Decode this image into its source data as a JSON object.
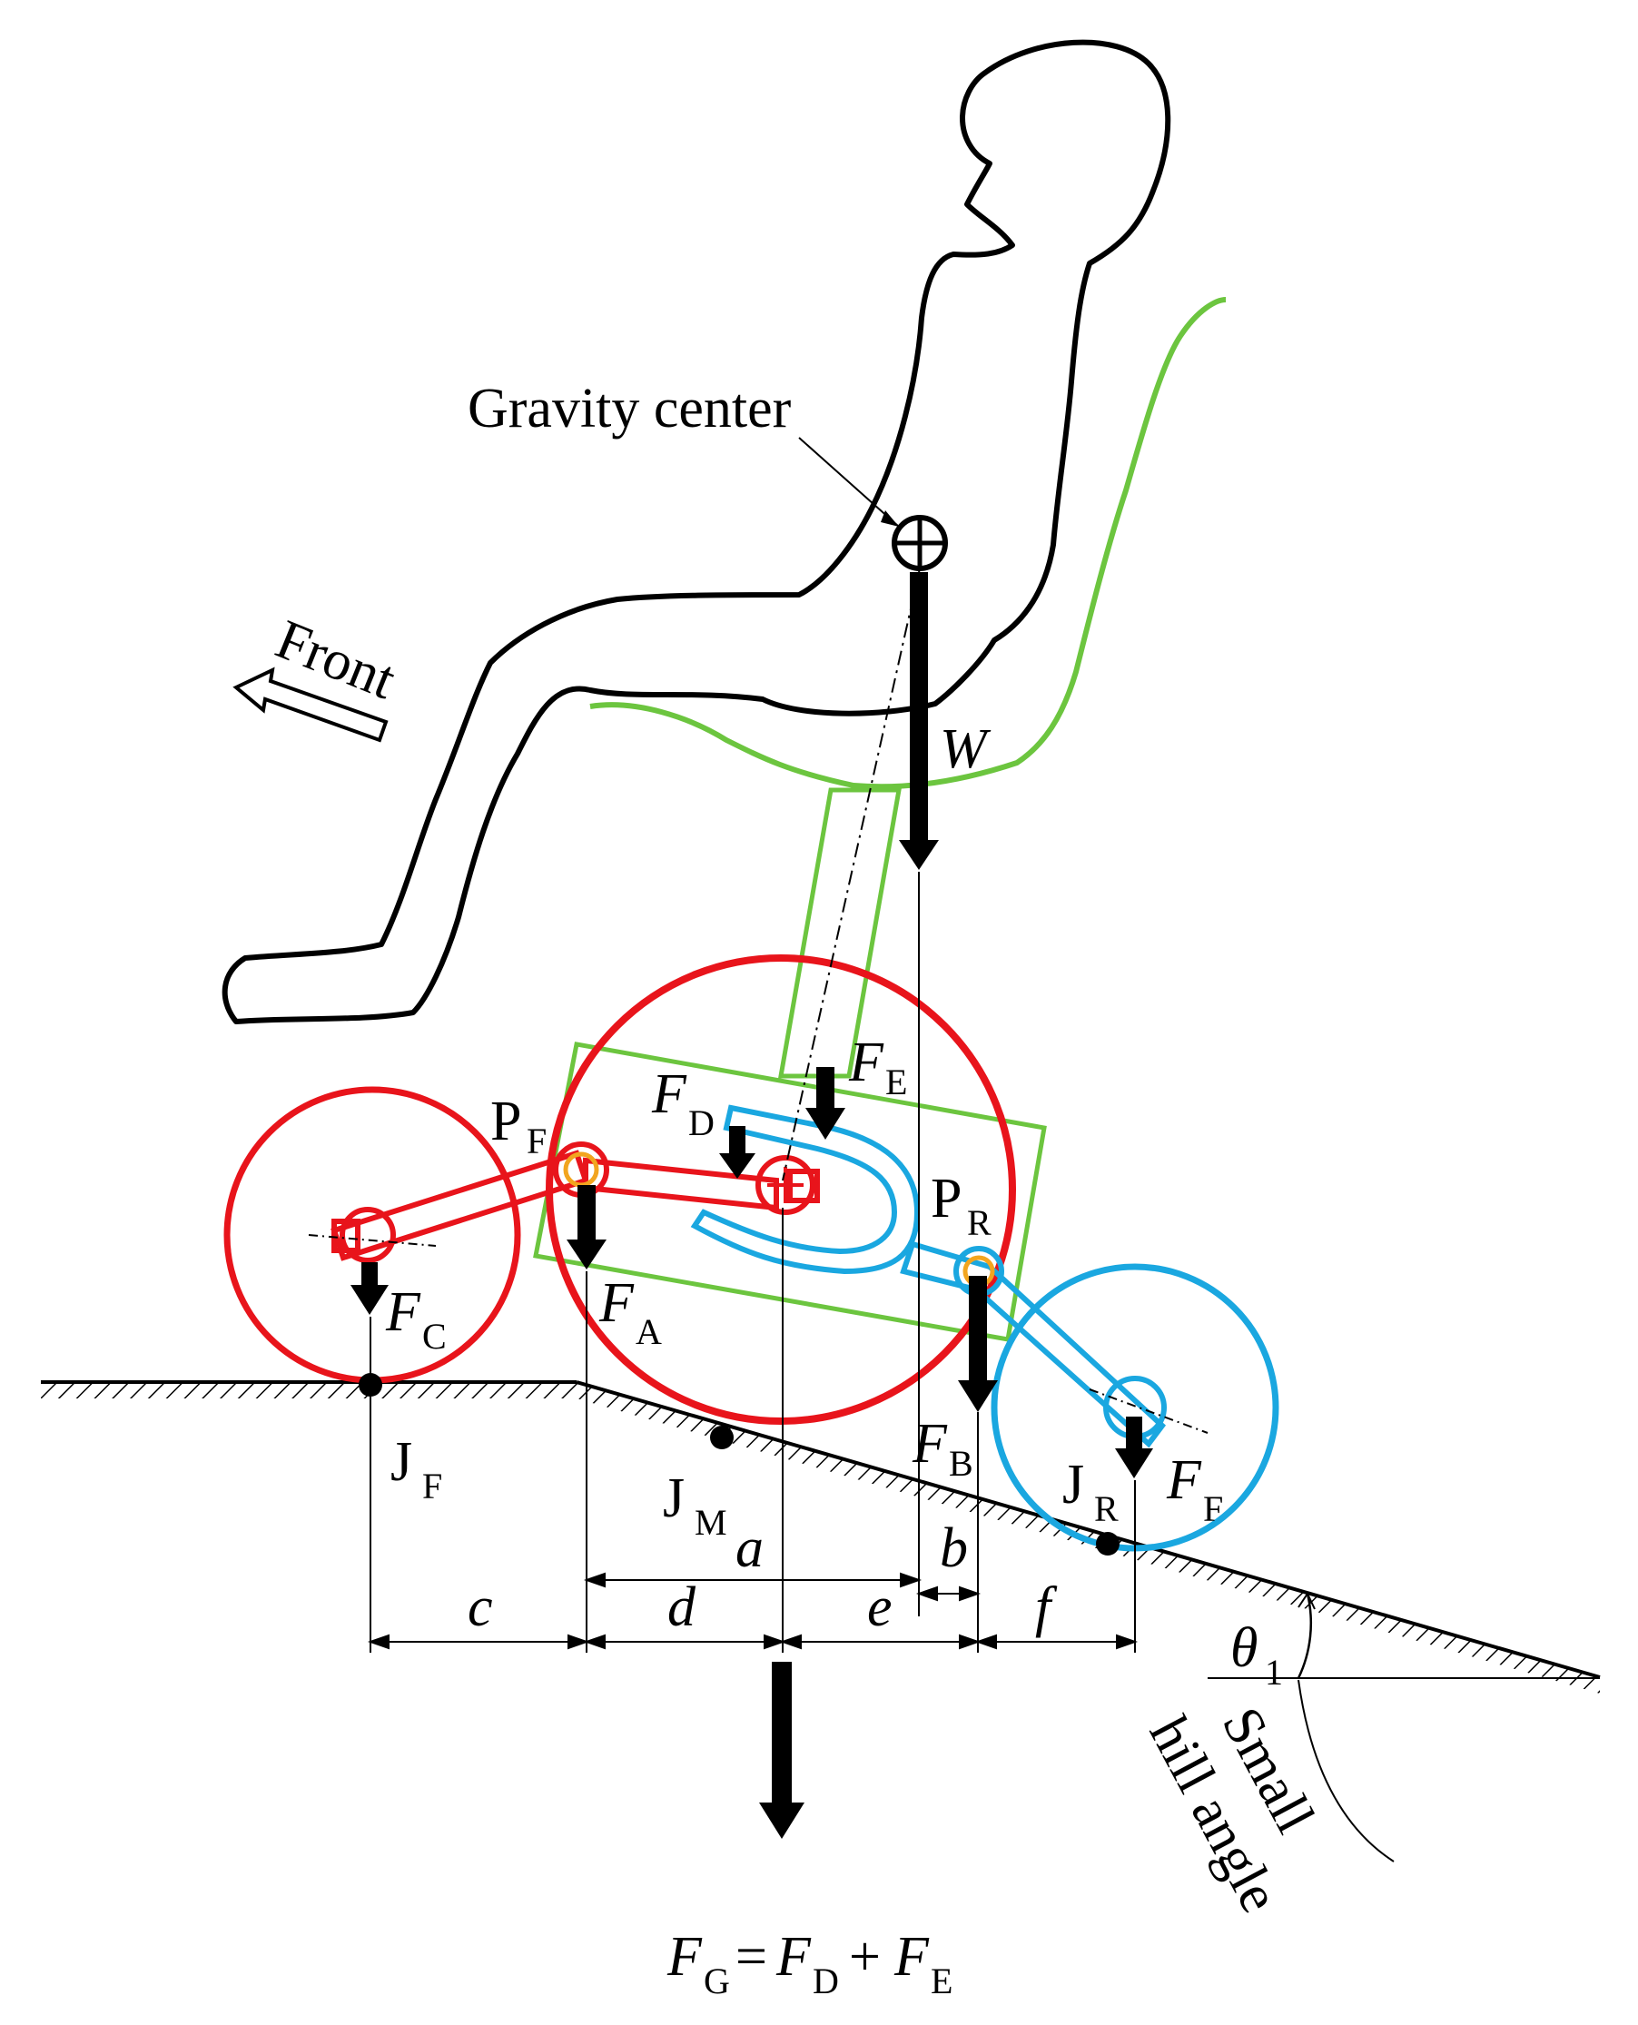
{
  "labels": {
    "gravity_center": "Gravity center",
    "front": "Front",
    "weight": "W",
    "force_e": {
      "main": "F",
      "sub": "E"
    },
    "force_d": {
      "main": "F",
      "sub": "D"
    },
    "force_a": {
      "main": "F",
      "sub": "A"
    },
    "force_b": {
      "main": "F",
      "sub": "B"
    },
    "force_c": {
      "main": "F",
      "sub": "C"
    },
    "force_f": {
      "main": "F",
      "sub": "F"
    },
    "pivot_front": {
      "main": "P",
      "sub": "F"
    },
    "pivot_rear": {
      "main": "P",
      "sub": "R"
    },
    "contact_front": {
      "main": "J",
      "sub": "F"
    },
    "contact_middle": {
      "main": "J",
      "sub": "M"
    },
    "contact_rear": {
      "main": "J",
      "sub": "R"
    },
    "dim_a": "a",
    "dim_b": "b",
    "dim_c": "c",
    "dim_d": "d",
    "dim_e": "e",
    "dim_f": "f",
    "theta": {
      "main": "θ",
      "sub": "1"
    },
    "hill_line1": "Small",
    "hill_line2": "hill angle",
    "fg_eq": {
      "f1": "F",
      "s1": "G",
      "eq": "=",
      "f2": "F",
      "s2": "D",
      "plus": "+",
      "f3": "F",
      "s3": "E"
    }
  },
  "colors": {
    "front_wheel": "#e8141b",
    "middle_wheel": "#e8141b",
    "rear_wheel": "#1aa7e0",
    "frame": "#6cc53f",
    "pivot_ring": "#f2a51f",
    "ink": "#000000"
  }
}
